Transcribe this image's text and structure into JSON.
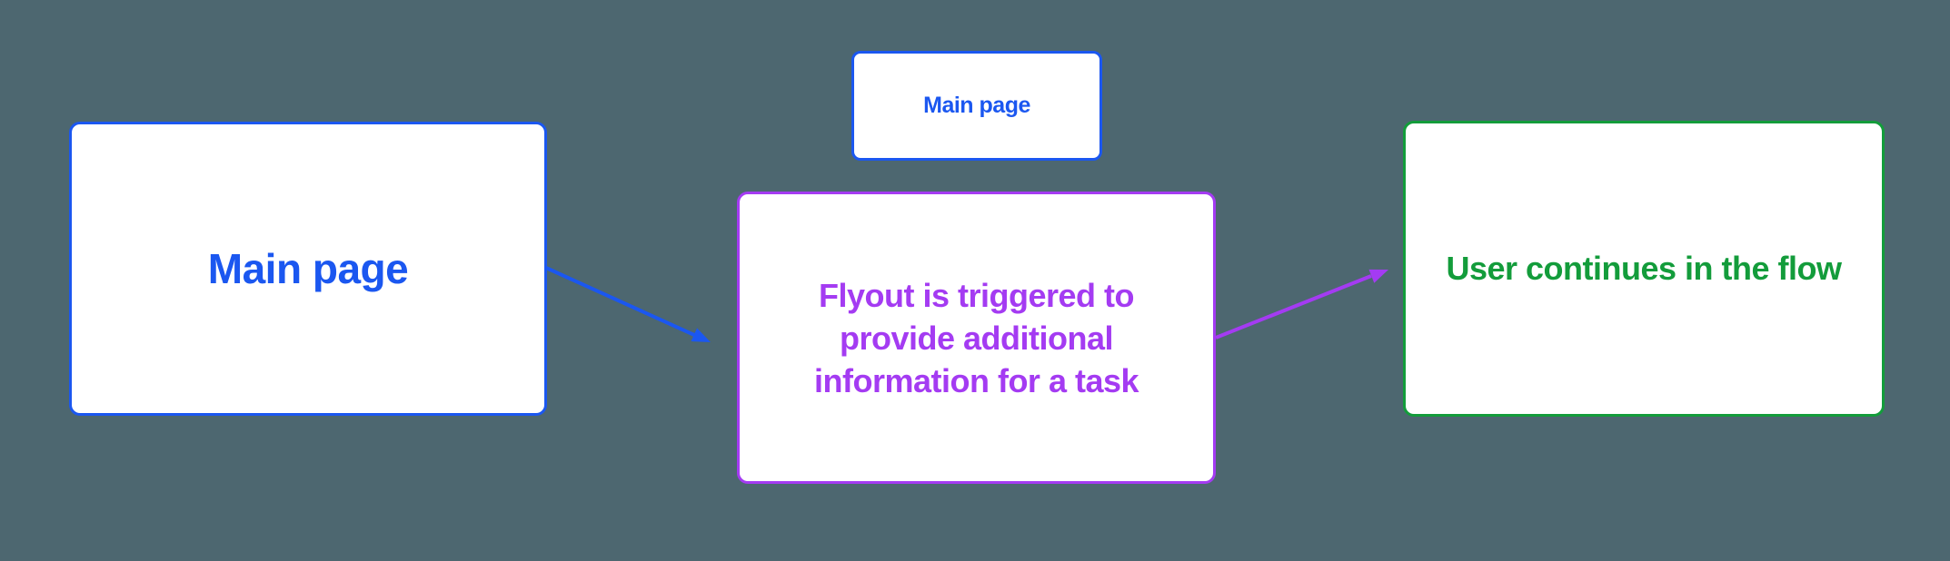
{
  "colors": {
    "bg": "#4D6770",
    "blue": "#1B57F0",
    "purple": "#A43BF2",
    "green": "#139C3B",
    "box-bg": "#FFFFFF"
  },
  "nodes": {
    "main_large": {
      "label": "Main page"
    },
    "main_small": {
      "label": "Main page"
    },
    "flyout": {
      "lines": [
        "Flyout is triggered to",
        "provide additional",
        "information for a task"
      ]
    },
    "continue_flow": {
      "label": "User continues in the flow"
    }
  },
  "arrows": {
    "main_to_flyout": {
      "color": "#1B57F0"
    },
    "flyout_to_continue": {
      "color": "#A43BF2"
    }
  }
}
